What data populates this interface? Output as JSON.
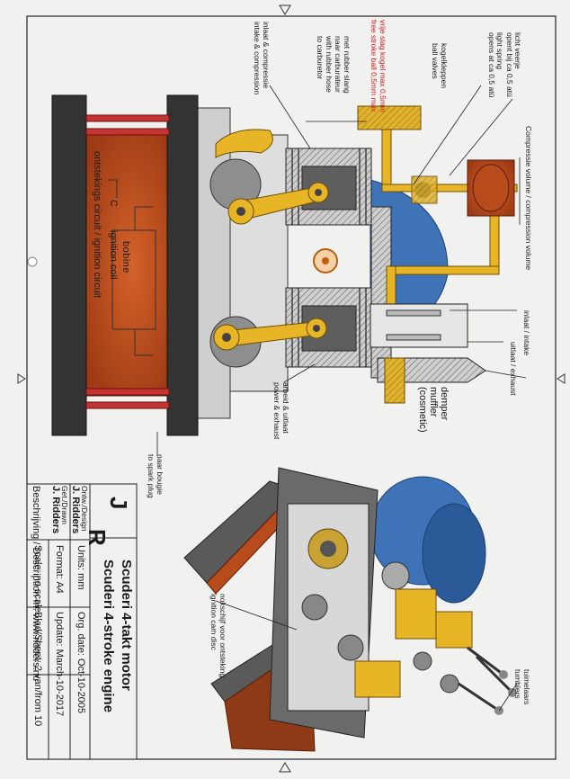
{
  "labels": {
    "spring_left_1": "licht veerje",
    "spring_left_2": "opent bij ca 0,5 atü",
    "spring_right_1": "light spring",
    "spring_right_2": "opens at ca 0,5 atü",
    "ball_left": "kogelkleppen",
    "ball_right": "ball valves",
    "free_ball_left": "vrije slag kogel max 0,5mm",
    "free_ball_right": "free stroke ball 0,5mm max",
    "hose_1": "met rubber slang",
    "hose_2": "naar carburateur",
    "hose_3": "with rubber hose",
    "hose_4": "to carburetor",
    "intake_comp_left": "inlaat & compressie",
    "intake_comp_right": "intake & compression",
    "compression_volume": "Compressie volume / compression volume",
    "ignition_circuit": "ontstekings circuit / ignition circuit",
    "coil_left": "bobine",
    "coil_right": "ignition coil",
    "coil_pin": "C",
    "intake": "inlaat / intake",
    "exhaust": "uitlaat / exhaust",
    "muffler_1": "demper",
    "muffler_2": "muffler",
    "muffler_3": "(cosmetic)",
    "power_left": "arbeid & uitlaat",
    "power_right": "power & exhaust",
    "spark_left": "naar bougie",
    "spark_right": "to spark plug",
    "cam_left": "nokschijf voor ontsteking",
    "cam_right": "ignition cam disc",
    "tumblers_1": "tuimelaars",
    "tumblers_2": "tumblers"
  },
  "title_block": {
    "initials_j": "J",
    "initials_r": "R",
    "title_nl": "Scuderi 4-takt motor",
    "title_en": "Scuderi 4-stroke engine",
    "design_label": "Ontw./Design",
    "design_name": "J. Ridders",
    "drawn_label": "Get./Drawn",
    "drawn_name": "J. Ridders",
    "units": "Units: mm",
    "format": "Format: A4",
    "scale": "Scale: no scale",
    "org_date": "Org. date: Oct-10-2005",
    "update": "Update: March-10-2017",
    "sheet": "Blad/Sheet: 2 van/from 10",
    "description": "Beschrijving / Description In:  www.ridders.nu"
  }
}
